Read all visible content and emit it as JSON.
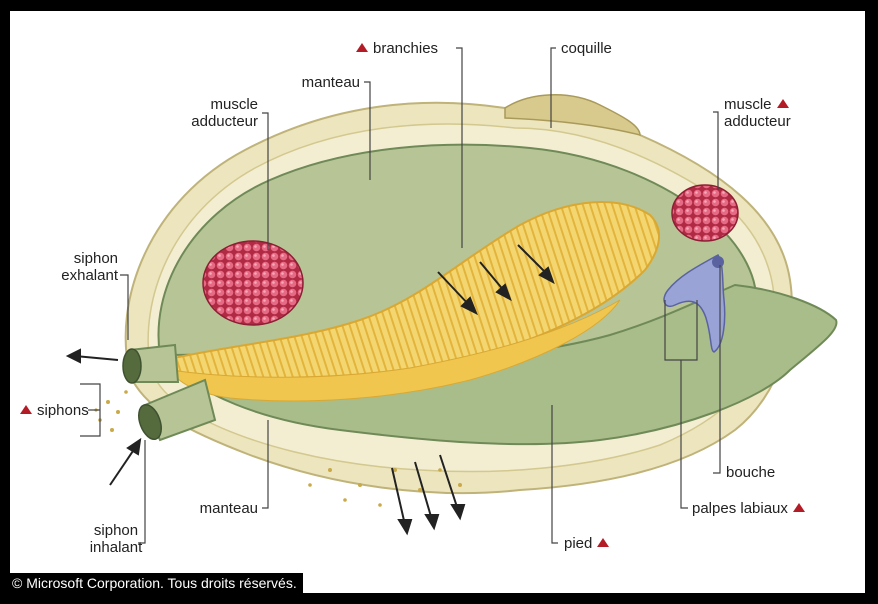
{
  "labels": {
    "branchies": "branchies",
    "coquille": "coquille",
    "manteau_top": "manteau",
    "muscle_adducteur_left": [
      "muscle",
      "adducteur"
    ],
    "muscle_adducteur_right": [
      "muscle",
      "adducteur"
    ],
    "siphon_exhalant": [
      "siphon",
      "exhalant"
    ],
    "siphons": "siphons",
    "siphon_inhalant": [
      "siphon",
      "inhalant"
    ],
    "manteau_bottom": "manteau",
    "bouche": "bouche",
    "palpes_labiaux": "palpes labiaux",
    "pied": "pied"
  },
  "copyright": "© Microsoft Corporation. Tous droits réservés.",
  "colors": {
    "shell": "#e8e1b4",
    "body_green": "#b9c79a",
    "mantle_green": "#a8bf8e",
    "gills": "#f2cf57",
    "muscle": "#c8384e",
    "palps": "#9aa3d6",
    "marker": "#b31c26"
  }
}
